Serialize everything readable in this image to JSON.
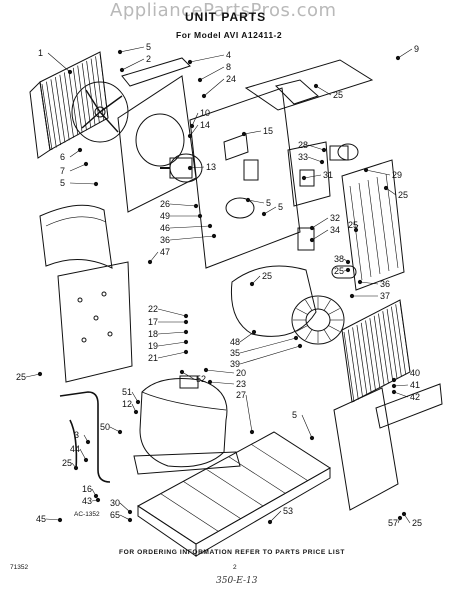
{
  "watermark": "AppliancePartsPros.com",
  "title": "UNIT PARTS",
  "subtitle": "For Model AVI A12411-2",
  "footer": "FOR ORDERING INFORMATION REFER TO PARTS PRICE LIST",
  "doc_code": "71352",
  "page_number": "2",
  "ac_code": "AC-1352",
  "handwritten_note": "350-E-13",
  "callouts": [
    "1",
    "5",
    "2",
    "4",
    "8",
    "24",
    "25",
    "6",
    "7",
    "5",
    "10",
    "14",
    "15",
    "13",
    "28",
    "33",
    "29",
    "25",
    "31",
    "5",
    "26",
    "49",
    "46",
    "36",
    "47",
    "32",
    "34",
    "5",
    "25",
    "25",
    "38",
    "25",
    "36",
    "37",
    "22",
    "17",
    "18",
    "19",
    "21",
    "48",
    "35",
    "39",
    "52",
    "20",
    "23",
    "27",
    "40",
    "41",
    "42",
    "51",
    "12",
    "50",
    "3",
    "44",
    "25",
    "16",
    "43",
    "45",
    "30",
    "65",
    "5",
    "25",
    "53",
    "57",
    "25",
    "9"
  ]
}
